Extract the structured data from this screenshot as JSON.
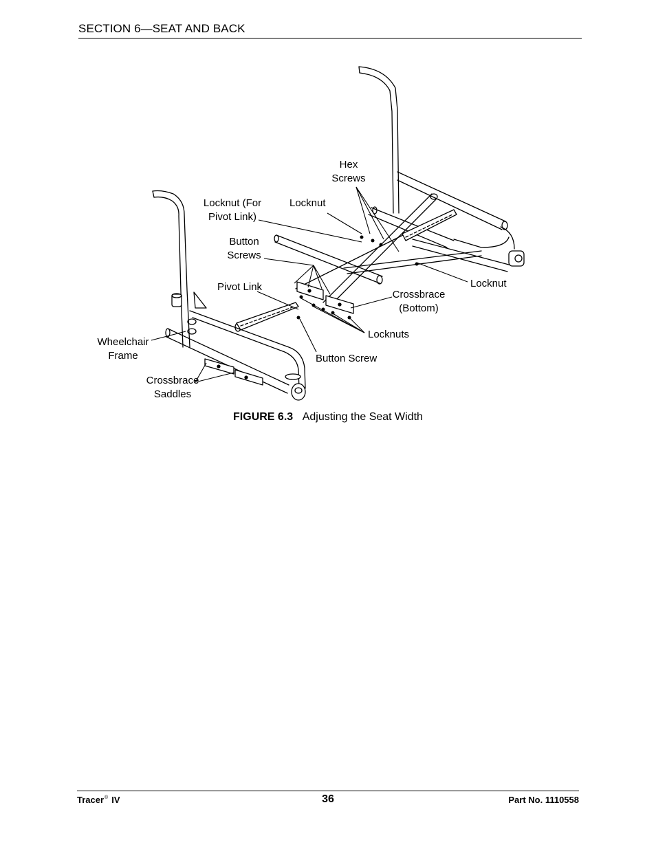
{
  "header": {
    "section_title": "SECTION 6—SEAT AND BACK"
  },
  "figure": {
    "labels": {
      "hex_screws_line1": "Hex",
      "hex_screws_line2": "Screws",
      "locknut_pivot_line1": "Locknut (For",
      "locknut_pivot_line2": "Pivot Link)",
      "locknut_top": "Locknut",
      "button_screws_line1": "Button",
      "button_screws_line2": "Screws",
      "pivot_link": "Pivot Link",
      "locknut_right": "Locknut",
      "crossbrace_bottom_line1": "Crossbrace",
      "crossbrace_bottom_line2": "(Bottom)",
      "wheelchair_frame_line1": "Wheelchair",
      "wheelchair_frame_line2": "Frame",
      "locknuts": "Locknuts",
      "button_screw": "Button Screw",
      "crossbrace_saddles_line1": "Crossbrace",
      "crossbrace_saddles_line2": "Saddles"
    },
    "caption": {
      "number": "FIGURE 6.3",
      "text": "Adjusting the Seat Width"
    }
  },
  "footer": {
    "product_name": "Tracer",
    "registered_mark": "®",
    "product_model": "IV",
    "page_number": "36",
    "part_number": "Part No. 1110558"
  }
}
